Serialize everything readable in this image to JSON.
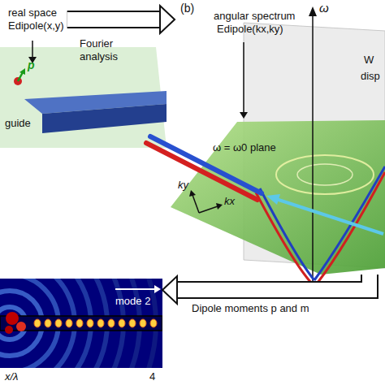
{
  "diagram": {
    "nodes": [
      {
        "text": [
          "real space",
          "Edipole(x,y)"
        ]
      },
      {
        "text": [
          "angular spectrum",
          "Edipole(kx,ky)"
        ]
      },
      {
        "text": [
          "mode 2"
        ]
      }
    ],
    "edges": [
      {
        "from": 0,
        "to": 1,
        "arrow": "to",
        "label": "Fourier analysis"
      },
      {
        "from": 1,
        "to": 2,
        "arrow": "to",
        "label": "Dipole moments p and m"
      }
    ],
    "labels": [
      "p",
      "guide",
      "(b)",
      "ω",
      "ω = ω0 plane",
      "ky",
      "kx",
      "W",
      "disp",
      "x/λ",
      "4"
    ]
  }
}
